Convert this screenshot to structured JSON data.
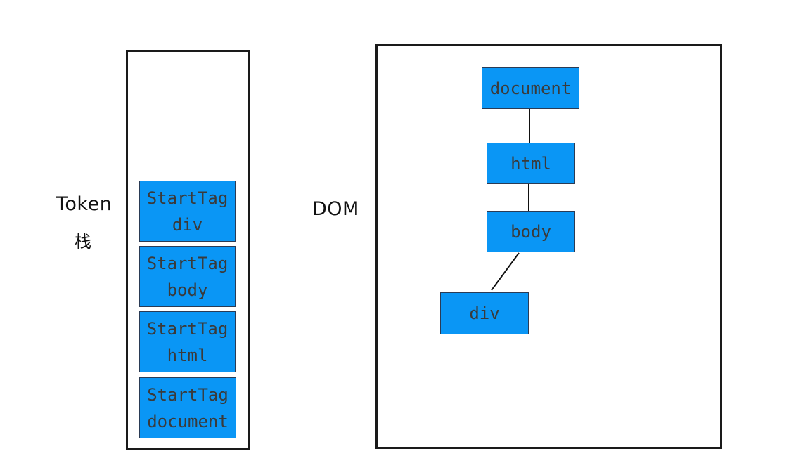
{
  "token_stack": {
    "label_line1": "Token",
    "label_line2": "栈",
    "items": [
      {
        "line1": "StartTag",
        "line2": "div"
      },
      {
        "line1": "StartTag",
        "line2": "body"
      },
      {
        "line1": "StartTag",
        "line2": "html"
      },
      {
        "line1": "StartTag",
        "line2": "document"
      }
    ]
  },
  "dom": {
    "label": "DOM",
    "nodes": {
      "document": "document",
      "html": "html",
      "body": "body",
      "div": "div"
    }
  },
  "colors": {
    "node_fill": "#0a96f5",
    "node_text": "#3a3a3a",
    "border": "#1a1a1a"
  }
}
